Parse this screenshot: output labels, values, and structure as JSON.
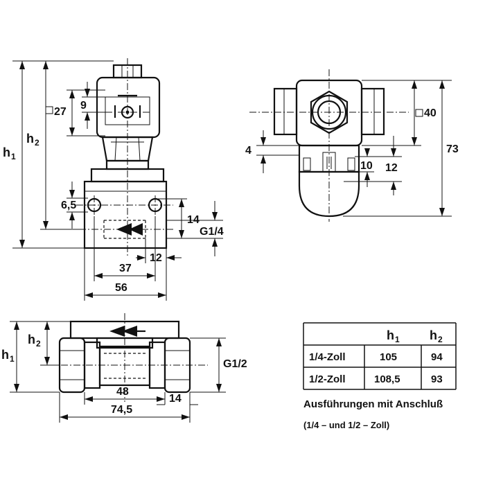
{
  "dimensions": {
    "h1": "h",
    "h1_sub": "1",
    "h2": "h",
    "h2_sub": "2",
    "sq27": "27",
    "d9": "9",
    "d6_5": "6,5",
    "d14": "14",
    "thread_quarter": "G1/4",
    "d37": "37",
    "d12": "12",
    "d56": "56",
    "sq40": "40",
    "d73": "73",
    "d4": "4",
    "d10": "10",
    "d12b": "12",
    "thread_half": "G1/2",
    "d48": "48",
    "d74_5": "74,5",
    "d14b": "14"
  },
  "table": {
    "headers": [
      "",
      "h",
      "h"
    ],
    "header_subs": [
      "",
      "1",
      "2"
    ],
    "rows": [
      {
        "label": "1/4-Zoll",
        "h1": "105",
        "h2": "94"
      },
      {
        "label": "1/2-Zoll",
        "h1": "108,5",
        "h2": "93"
      }
    ]
  },
  "caption": {
    "line1": "Ausführungen mit Anschluß",
    "line2": "(1/4 –  und  1/2 – Zoll)"
  }
}
